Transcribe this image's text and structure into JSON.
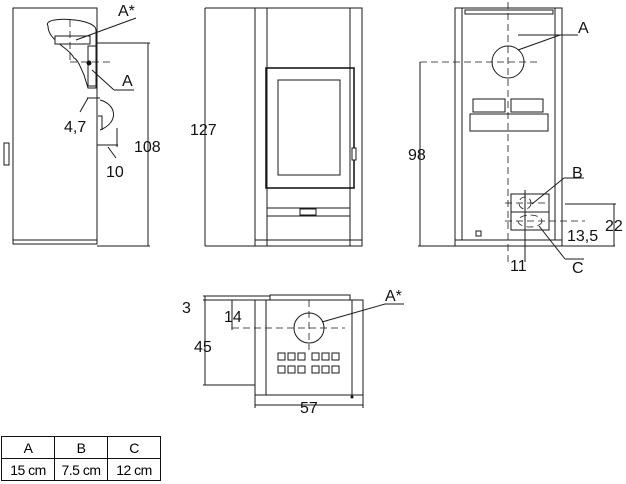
{
  "side_view": {
    "label_a_star": "A*",
    "label_a": "A",
    "dim_offset": "4,7",
    "dim_depth": "10",
    "dim_height": "108"
  },
  "front_view": {
    "dim_height": "127"
  },
  "back_view": {
    "label_a": "A",
    "label_b": "B",
    "label_c": "C",
    "dim_height": "98",
    "dim_22": "22",
    "dim_13_5": "13,5",
    "dim_11": "11"
  },
  "top_view": {
    "label_a_star": "A*",
    "dim_3": "3",
    "dim_14": "14",
    "dim_45": "45",
    "dim_57": "57"
  },
  "table": {
    "headers": [
      "A",
      "B",
      "C"
    ],
    "values": [
      "15 cm",
      "7.5 cm",
      "12 cm"
    ]
  }
}
